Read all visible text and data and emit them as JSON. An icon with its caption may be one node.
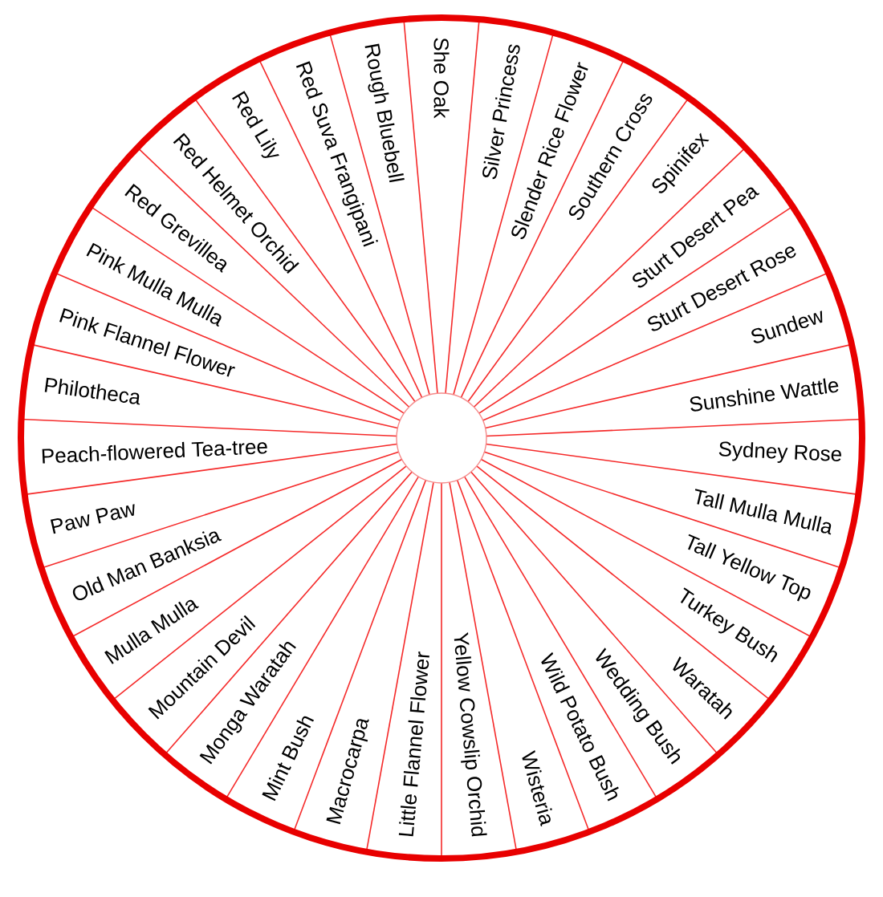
{
  "diagram": {
    "nodes": [
      {
        "text": [
          "She Oak"
        ]
      },
      {
        "text": [
          "Silver Princess"
        ]
      },
      {
        "text": [
          "Slender Rice Flower"
        ]
      },
      {
        "text": [
          "Southern Cross"
        ]
      },
      {
        "text": [
          "Spinifex"
        ]
      },
      {
        "text": [
          "Sturt Desert Pea"
        ]
      },
      {
        "text": [
          "Sturt Desert Rose"
        ]
      },
      {
        "text": [
          "Sundew"
        ]
      },
      {
        "text": [
          "Sunshine Wattle"
        ]
      },
      {
        "text": [
          "Sydney Rose"
        ]
      },
      {
        "text": [
          "Tall Mulla Mulla"
        ]
      },
      {
        "text": [
          "Tall Yellow Top"
        ]
      },
      {
        "text": [
          "Turkey Bush"
        ]
      },
      {
        "text": [
          "Waratah"
        ]
      },
      {
        "text": [
          "Wedding Bush"
        ]
      },
      {
        "text": [
          "Wild Potato Bush"
        ]
      },
      {
        "text": [
          "Wisteria"
        ]
      },
      {
        "text": [
          "Yellow Cowslip Orchid"
        ]
      },
      {
        "text": [
          "Little Flannel Flower"
        ]
      },
      {
        "text": [
          "Macrocarpa"
        ]
      },
      {
        "text": [
          "Mint Bush"
        ]
      },
      {
        "text": [
          "Monga Waratah"
        ]
      },
      {
        "text": [
          "Mountain Devil"
        ]
      },
      {
        "text": [
          "Mulla Mulla"
        ]
      },
      {
        "text": [
          "Old Man Banksia"
        ]
      },
      {
        "text": [
          "Paw Paw"
        ]
      },
      {
        "text": [
          "Peach-flowered Tea-tree"
        ]
      },
      {
        "text": [
          "Philotheca"
        ]
      },
      {
        "text": [
          "Pink Flannel Flower"
        ]
      },
      {
        "text": [
          "Pink Mulla Mulla"
        ]
      },
      {
        "text": [
          "Red Grevillea"
        ]
      },
      {
        "text": [
          "Red Helmet Orchid"
        ]
      },
      {
        "text": [
          "Red Lily"
        ]
      },
      {
        "text": [
          "Red Suva Frangipani"
        ]
      },
      {
        "text": [
          "Rough Bluebell"
        ]
      }
    ]
  }
}
